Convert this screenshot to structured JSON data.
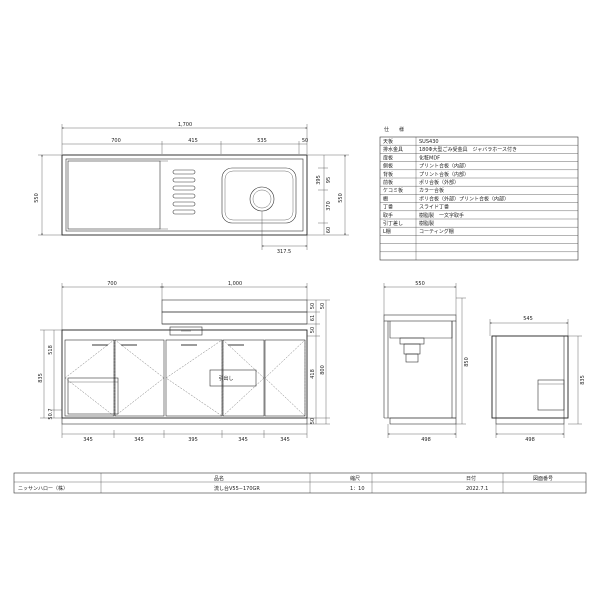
{
  "top_view": {
    "dim_total": "1,700",
    "dim_segments": [
      "700",
      "415",
      "535",
      "50"
    ],
    "dim_left_height": "550",
    "dim_right": [
      "395",
      "95",
      "370",
      "60",
      "550"
    ],
    "dim_bottom": "317.5"
  },
  "front_view": {
    "dim_top_left": "700",
    "dim_top_right": "1,000",
    "dim_left": [
      "518",
      "50.7",
      "835"
    ],
    "dim_right": [
      "50",
      "50",
      "61",
      "50",
      "418",
      "800",
      "50"
    ],
    "dim_bottom": [
      "345",
      "345",
      "395",
      "345",
      "345"
    ],
    "drawer_label": "引出し"
  },
  "side_view": {
    "dim_top": "550",
    "dim_height": "850",
    "dim_bottom": "498"
  },
  "back_view": {
    "dim_top": "545",
    "dim_height": "835",
    "dim_bottom": "498"
  },
  "spec_table": {
    "title": "仕　　様",
    "rows": [
      {
        "item": "天板",
        "value": "SUS430"
      },
      {
        "item": "排水金具",
        "value": "180Φ大型ごみ受金具　ジャバラホース付き"
      },
      {
        "item": "扉板",
        "value": "化粧MDF"
      },
      {
        "item": "側板",
        "value": "プリント合板（内部）"
      },
      {
        "item": "背板",
        "value": "プリント合板（内部）"
      },
      {
        "item": "前板",
        "value": "ポリ合板（外部）"
      },
      {
        "item": "ケコミ板",
        "value": "カラー合板"
      },
      {
        "item": "棚",
        "value": "ポリ合板（外部）プリント合板（内部）"
      },
      {
        "item": "丁番",
        "value": "スライド丁番"
      },
      {
        "item": "取手",
        "value": "樹脂製　一文字取手"
      },
      {
        "item": "引丁差し",
        "value": "樹脂製"
      },
      {
        "item": "L棚",
        "value": "コーティング棚"
      },
      {
        "item": "",
        "value": ""
      },
      {
        "item": "",
        "value": ""
      },
      {
        "item": "",
        "value": ""
      }
    ]
  },
  "title_block": {
    "company": "ニッサンハロー（株）",
    "name_header": "品名",
    "name_value": "流し台V55−170GR",
    "scale_header": "縮尺",
    "scale_value": "1：10",
    "date_header": "日付",
    "date_value": "2022.7.1",
    "dwg_header": "図面番号",
    "dwg_value": ""
  }
}
